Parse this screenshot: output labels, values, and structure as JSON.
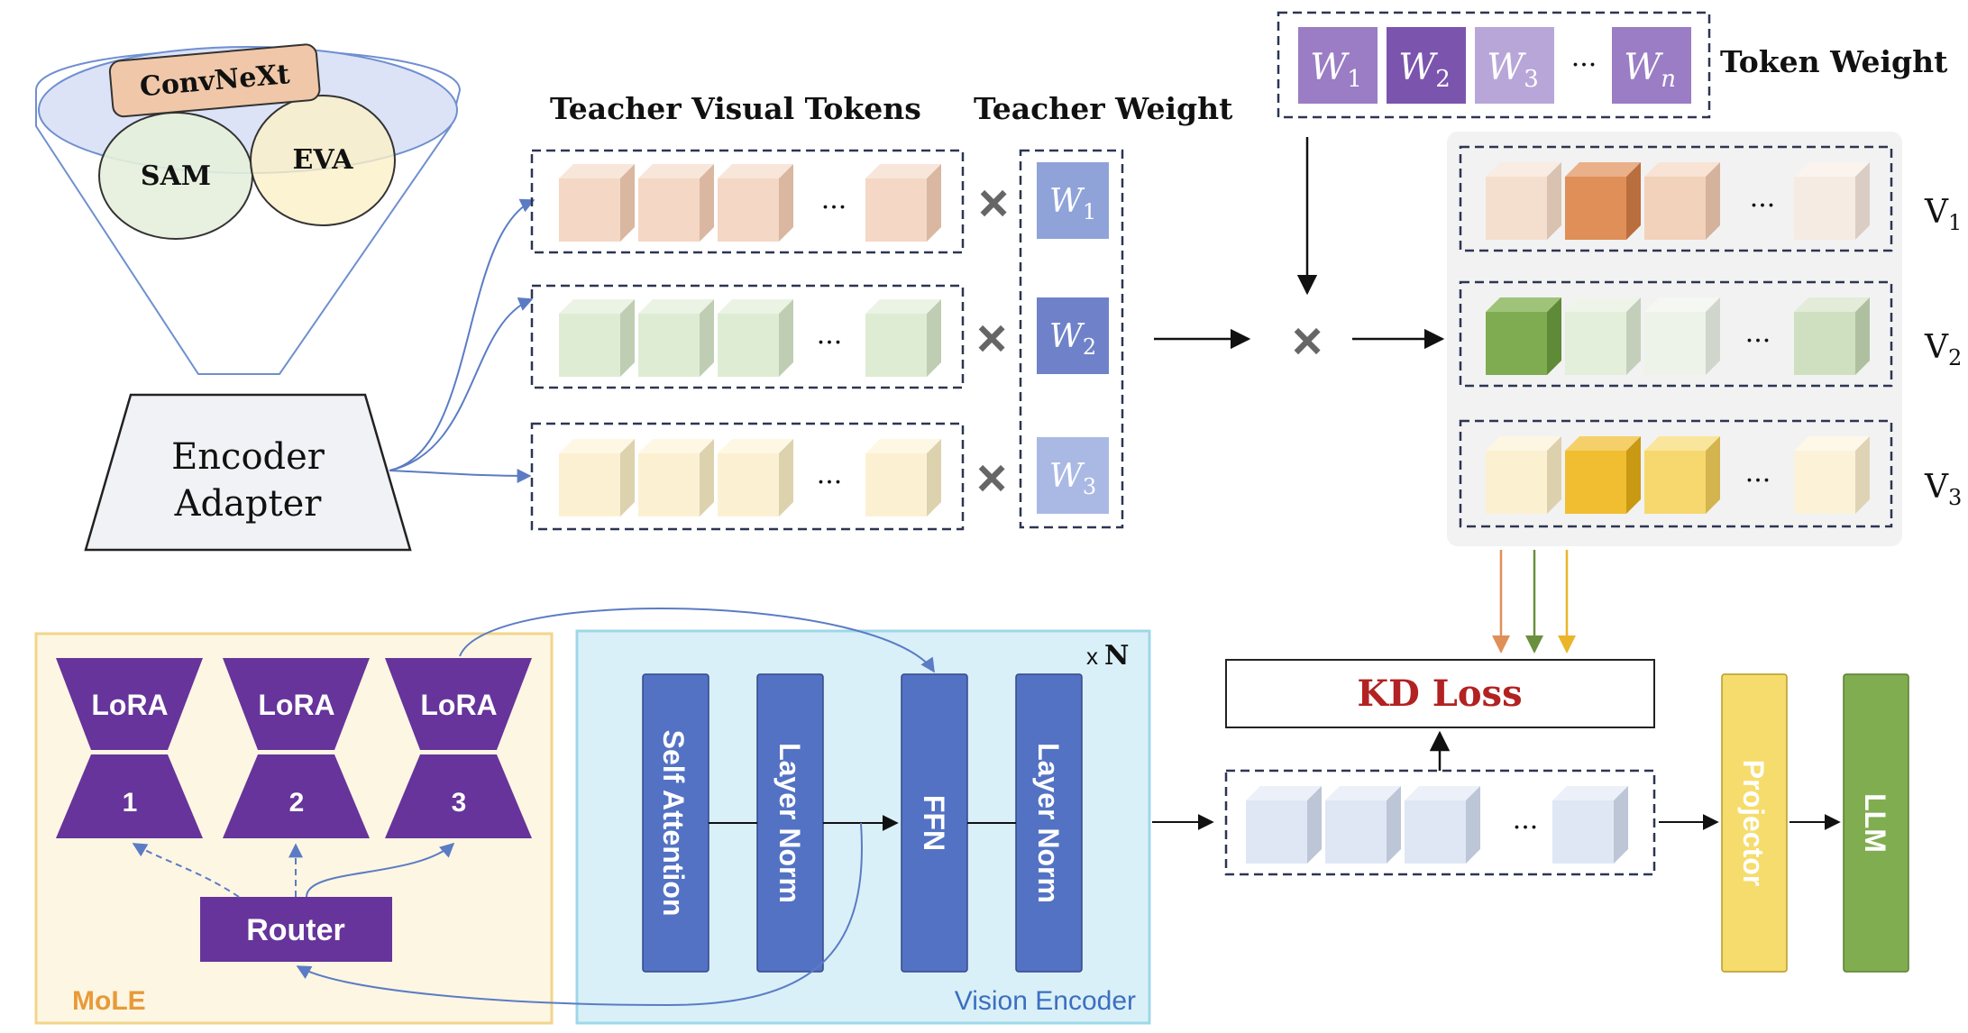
{
  "encoders": {
    "top": "ConvNeXt",
    "left": "SAM",
    "right": "EVA"
  },
  "adapter": {
    "line1": "Encoder",
    "line2": "Adapter"
  },
  "headers": {
    "teacher_tokens": "Teacher Visual Tokens",
    "teacher_weight": "Teacher Weight",
    "token_weight": "Token Weight"
  },
  "ellipsis": "···",
  "times": "×",
  "teacher_weights": [
    {
      "base": "W",
      "sub": "1",
      "color": "#8fa3d9"
    },
    {
      "base": "W",
      "sub": "2",
      "color": "#6f82c9"
    },
    {
      "base": "W",
      "sub": "3",
      "color": "#aab9e4"
    }
  ],
  "token_weights": [
    {
      "base": "W",
      "sub": "1",
      "color": "#9a7dc4"
    },
    {
      "base": "W",
      "sub": "2",
      "color": "#7b55ad"
    },
    {
      "base": "W",
      "sub": "3",
      "color": "#b9a6d8"
    },
    {
      "base": "W",
      "sub": "n",
      "color": "#9a7dc4"
    }
  ],
  "rows": [
    {
      "name": "peach",
      "face": "#f4d7c4",
      "top": "#f8e6da",
      "side": "#d9b7a1"
    },
    {
      "name": "green",
      "face": "#deecd4",
      "top": "#ebf3e5",
      "side": "#bfcdb3"
    },
    {
      "name": "yellow",
      "face": "#fbf1d2",
      "top": "#fdf7e4",
      "side": "#ddd2ae"
    }
  ],
  "weighted_rows": [
    {
      "label": "V",
      "sub": "1",
      "cubes": [
        {
          "face": "#f4dfcf",
          "top": "#f9ece2",
          "side": "#d9c2b0"
        },
        {
          "face": "#df8f57",
          "top": "#eab08a",
          "side": "#b96e3e"
        },
        {
          "face": "#f2d2bb",
          "top": "#f8e3d5",
          "side": "#d4b29b"
        },
        {
          "face": "#f6ebe3",
          "top": "#faf3ee",
          "side": "#dacdc4"
        }
      ]
    },
    {
      "label": "V",
      "sub": "2",
      "cubes": [
        {
          "face": "#7fac50",
          "top": "#9fc479",
          "side": "#5f8a37"
        },
        {
          "face": "#e3eedb",
          "top": "#eef5e8",
          "side": "#c3cfba"
        },
        {
          "face": "#eef3ea",
          "top": "#f5f8f2",
          "side": "#d0d6cb"
        },
        {
          "face": "#cfe0c1",
          "top": "#e2ecd8",
          "side": "#afc0a1"
        }
      ]
    },
    {
      "label": "V",
      "sub": "3",
      "cubes": [
        {
          "face": "#fbf0d0",
          "top": "#fdf6e3",
          "side": "#ddd1ad"
        },
        {
          "face": "#f0be30",
          "top": "#f5d06a",
          "side": "#c99914"
        },
        {
          "face": "#f7d86e",
          "top": "#fae59c",
          "side": "#d3b44e"
        },
        {
          "face": "#fbf2d8",
          "top": "#fdf8e8",
          "side": "#ded4b5"
        }
      ]
    }
  ],
  "student_cube": {
    "face": "#dfe7f5",
    "top": "#ecf1f9",
    "side": "#bdc6d6"
  },
  "kd_loss": "KD Loss",
  "mole": {
    "label": "MoLE",
    "lora": "LoRA",
    "experts": [
      "1",
      "2",
      "3"
    ],
    "router": "Router"
  },
  "vision_encoder": {
    "label": "Vision Encoder",
    "repeat_prefix": "x",
    "repeat": "N",
    "blocks": [
      "Self Attention",
      "Layer Norm",
      "FFN",
      "Layer Norm"
    ]
  },
  "projector": "Projector",
  "llm": "LLM",
  "colors": {
    "blue_block": "#5372c4",
    "lora_purple": "#66349a",
    "mole_bg": "#fdf6e3",
    "mole_border": "#f2d58a",
    "ve_bg": "#d9f0f8",
    "ve_border": "#9ed7ea",
    "projector": "#f5dc6c",
    "llm": "#80ad4f",
    "kd_red": "#b22222",
    "arrow_blue": "#5b7cc4"
  }
}
